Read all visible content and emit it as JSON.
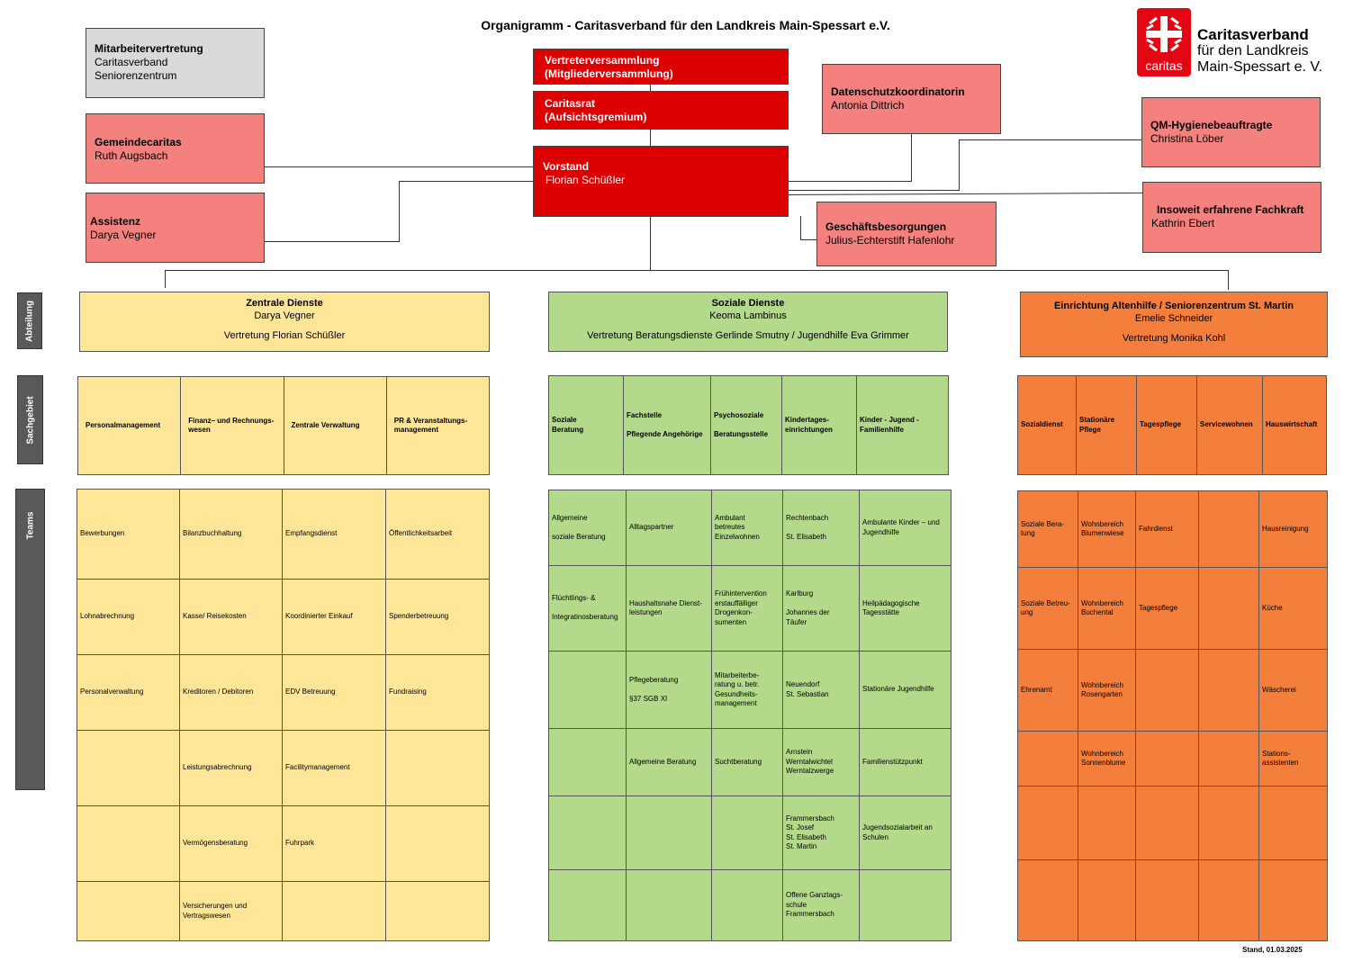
{
  "title": "Organigramm - Caritasverband für den Landkreis Main-Spessart e.V.",
  "logo": {
    "badge_text": "caritas",
    "name_line1": "Caritasverband",
    "name_line2": "für den Landkreis",
    "name_line3": "Main-Spessart e. V."
  },
  "boxes": {
    "mav": {
      "title": "Mitarbeitervertretung",
      "line1": "Caritasverband",
      "line2": "Seniorenzentrum"
    },
    "gemeinde": {
      "title": "Gemeindecaritas",
      "line1": "Ruth Augsbach"
    },
    "assistenz": {
      "title": "Assistenz",
      "line1": "Darya Vegner"
    },
    "vertreter": {
      "line1": "Vertreterversammlung",
      "line2": "(Mitgliederversammlung)"
    },
    "rat": {
      "line1": "Caritasrat",
      "line2": "(Aufsichtsgremium)"
    },
    "vorstand": {
      "title": "Vorstand",
      "line1": "Florian Schüßler"
    },
    "datenschutz": {
      "title": "Datenschutzkoordinatorin",
      "line1": "Antonia Dittrich"
    },
    "qm": {
      "title": "QM-Hygienebeauftragte",
      "line1": "Christina Löber"
    },
    "geschaeft": {
      "title": "Geschäftsbesorgungen",
      "line1": "Julius-Echterstift Hafenlohr"
    },
    "insoweit": {
      "title": "Insoweit erfahrene Fachkraft",
      "line1": "Kathrin Ebert"
    }
  },
  "side_labels": {
    "abteilung": "Abteilung",
    "sachgebiet": "Sachgebiet",
    "teams": "Teams"
  },
  "departments": {
    "zentral": {
      "title": "Zentrale Dienste",
      "head": "Darya Vegner",
      "deputy": "Vertretung Florian Schüßler"
    },
    "sozial": {
      "title": "Soziale Dienste",
      "head": "Keoma Lambinus",
      "deputy": "Vertretung Beratungsdienste Gerlinde Smutny / Jugendhilfe Eva Grimmer"
    },
    "alten": {
      "title": "Einrichtung Altenhilfe / Seniorenzentrum St. Martin",
      "head": "Emelie Schneider",
      "deputy": "Vertretung Monika Kohl"
    }
  },
  "sachgebiete": {
    "zentral": [
      "Personalmanagement",
      "Finanz– und Rechnungs-\nwesen",
      "Zentrale Verwaltung",
      "PR & Veranstaltungs-\nmanagement"
    ],
    "sozial": [
      "Soziale\nBeratung",
      "Fachstelle\n\nPflegende Angehörige",
      "Psychosoziale\n\nBeratungsstelle",
      "Kindertages-\neinrichtungen",
      "Kinder - Jugend -\nFamilienhilfe"
    ],
    "alten": [
      "Sozialdienst",
      "Stationäre\nPflege",
      "Tagespflege",
      "Servicewohnen",
      "Hauswirtschaft"
    ]
  },
  "teams": {
    "zentral": [
      [
        "Bewerbungen",
        "Bilanzbuchhaltung",
        "Empfangsdienst",
        "Öffentlichkeitsarbeit"
      ],
      [
        "Lohnabrechnung",
        "Kasse/ Reisekosten",
        "Koordinierter Einkauf",
        "Spenderbetreuung"
      ],
      [
        "Personalverwaltung",
        "Kreditoren / Debitoren",
        "EDV Betreuung",
        "Fundraising"
      ],
      [
        "",
        "Leistungsabrechnung",
        "Facilitymanagement",
        ""
      ],
      [
        "",
        "Vermögensberatung",
        "Fuhrpark",
        ""
      ],
      [
        "",
        "Versicherungen und\nVertragswesen",
        "",
        ""
      ]
    ],
    "sozial": [
      [
        "Allgemeine\n\nsoziale Beratung",
        "Alltagspartner",
        "Ambulant\nbetreutes\nEinzelwohnen",
        "Rechtenbach\n\nSt. Elisabeth",
        "Ambulante  Kinder – und\nJugendhilfe"
      ],
      [
        "Flüchtlings- &\n\nIntegratinosberatung",
        "Haushaltsnahe Dienst-\nleistungen",
        "Frühintervention\nerstauffälliger\nDrogenkon-\nsumenten",
        "Karlburg\n\nJohannes der\nTäufer",
        "Heilpädagogische\nTagesstätte"
      ],
      [
        "",
        "Pflegeberatung\n\n§37 SGB XI",
        "Mitarbeiterbe-\nratung u. betr.\nGesundheits-\nmanagement",
        "Neuendorf\nSt. Sebastian",
        "Stationäre Jugendhilfe"
      ],
      [
        "",
        "Allgemeine Beratung",
        "Suchtberatung",
        "Arnstein\nWerntalwichtel\nWerntalzwerge",
        "Familienstützpunkt"
      ],
      [
        "",
        "",
        "",
        "Frammersbach\nSt. Josef\nSt. Elisabeth\nSt. Martin",
        "Jugendsozialarbeit an\nSchulen"
      ],
      [
        "",
        "",
        "",
        "Offene Ganztags-\nschule\nFrammersbach",
        ""
      ]
    ],
    "alten": [
      [
        "Soziale Bera-\ntung",
        "Wohnbereich\nBlumenwiese",
        "Fahrdienst",
        "",
        "Hausreinigung"
      ],
      [
        "Soziale Betreu-\nung",
        "Wohnbereich\nBuchental",
        "Tagespflege",
        "",
        "Küche"
      ],
      [
        "Ehrenamt",
        "Wohnbereich\nRosengarten",
        "",
        "",
        "Wäscherei"
      ],
      [
        "",
        "Wohnbereich\nSonnenblume",
        "",
        "",
        "Stations-\nassistenten"
      ],
      [
        "",
        "",
        "",
        "",
        ""
      ],
      [
        "",
        "",
        "",
        "",
        ""
      ]
    ]
  },
  "stand": "Stand, 01.03.2025",
  "colors": {
    "red": "#dd0000",
    "pink": "#f4817e",
    "grey": "#d9d9d9",
    "yellow": "#ffe699",
    "green": "#b3d98a",
    "orange": "#f47f3c",
    "sidebar": "#595959"
  }
}
